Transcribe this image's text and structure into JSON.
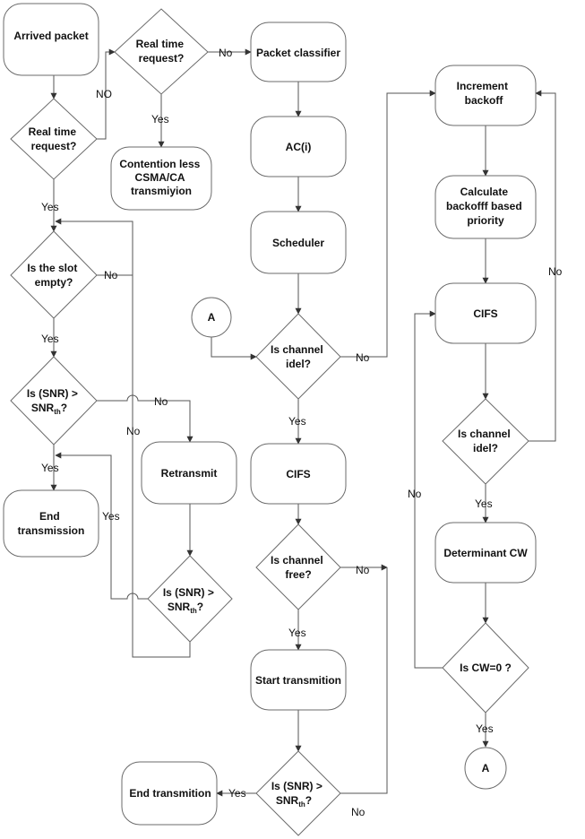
{
  "nodes": {
    "arrived_packet": [
      "Arrived packet"
    ],
    "rt_request_left": [
      "Real time",
      "request?"
    ],
    "rt_request_top": [
      "Real time",
      "request?"
    ],
    "contention_less": [
      "Contention less",
      "CSMA/CA",
      "transmiyion"
    ],
    "packet_classifier": [
      "Packet classifier"
    ],
    "ac_i": [
      "AC(i)"
    ],
    "scheduler": [
      "Scheduler"
    ],
    "slot_empty": [
      "Is the slot",
      "empty?"
    ],
    "snr_left": [
      "Is (SNR) >",
      "SNR"
    ],
    "end_transmission_left": [
      "End",
      "transmission"
    ],
    "retransmit": [
      "Retransmit"
    ],
    "snr_mid": [
      "Is (SNR) >",
      "SNR"
    ],
    "channel_idel_mid": [
      "Is channel",
      "idel?"
    ],
    "cifs_mid": [
      "CIFS"
    ],
    "channel_free": [
      "Is channel",
      "free?"
    ],
    "start_transmition": [
      "Start transmition"
    ],
    "snr_bottom": [
      "Is (SNR) >",
      "SNR"
    ],
    "end_transmition": [
      "End transmition"
    ],
    "increment_backoff": [
      "Increment",
      "backoff"
    ],
    "calculate_backoff": [
      "Calculate",
      "backofff based",
      "priority"
    ],
    "cifs_right": [
      "CIFS"
    ],
    "channel_idel_right": [
      "Is channel",
      "idel?"
    ],
    "determinant_cw": [
      "Determinant CW"
    ],
    "cw_zero": [
      "Is CW=0 ?"
    ],
    "connector_a_top": [
      "A"
    ],
    "connector_a_bottom": [
      "A"
    ]
  },
  "snr_subscript": "th",
  "snr_suffix": "?",
  "edge_labels": {
    "no_label": "No",
    "no_caps_label": "NO",
    "yes_label": "Yes"
  }
}
